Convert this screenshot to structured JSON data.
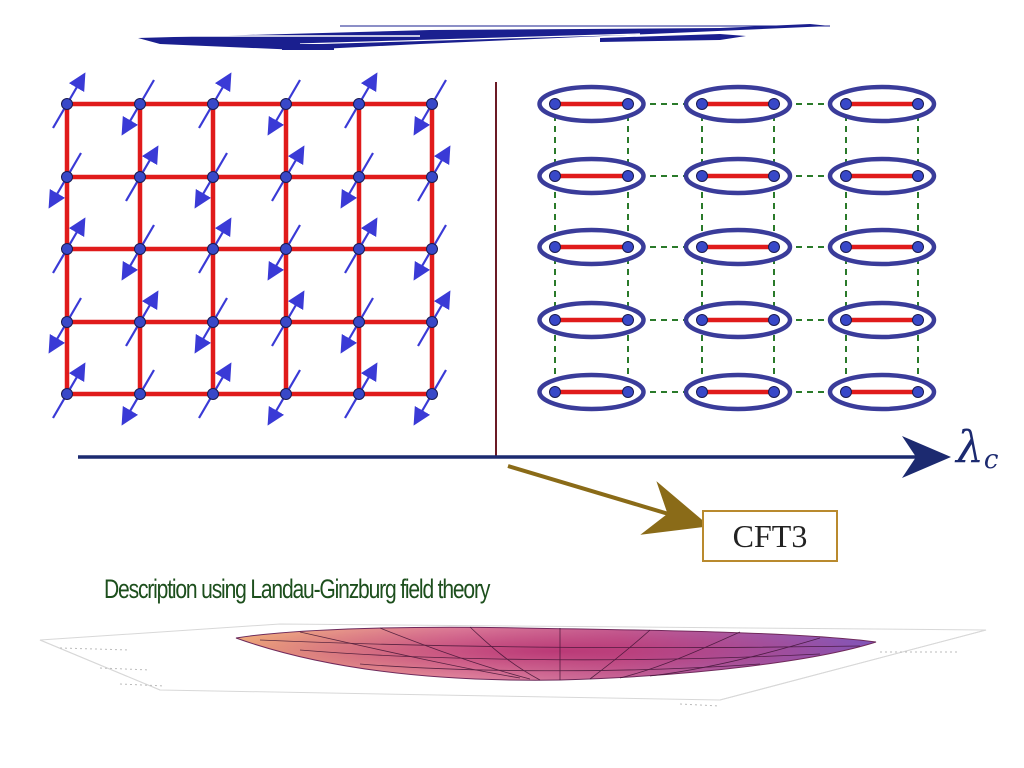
{
  "axis": {
    "parameter_label": "λ",
    "parameter_subscript": "c"
  },
  "critical_point": {
    "label": "CFT3",
    "small_label": ""
  },
  "caption": {
    "text": "Description using Landau-Ginzburg field theory"
  },
  "colors": {
    "bond": "#e01b1b",
    "site": "#3848c8",
    "spin": "#3a3ad6",
    "dimer_oval": "#3a3c9a",
    "weak_bond": "#2a7a2a",
    "axis": "#1c2a70",
    "arrow": "#8a6b18",
    "divider": "#6b1a25"
  },
  "icons": {
    "spin_arrow": "spin-arrow-icon",
    "dimer": "dimer-oval-icon",
    "site": "site-dot-icon"
  }
}
